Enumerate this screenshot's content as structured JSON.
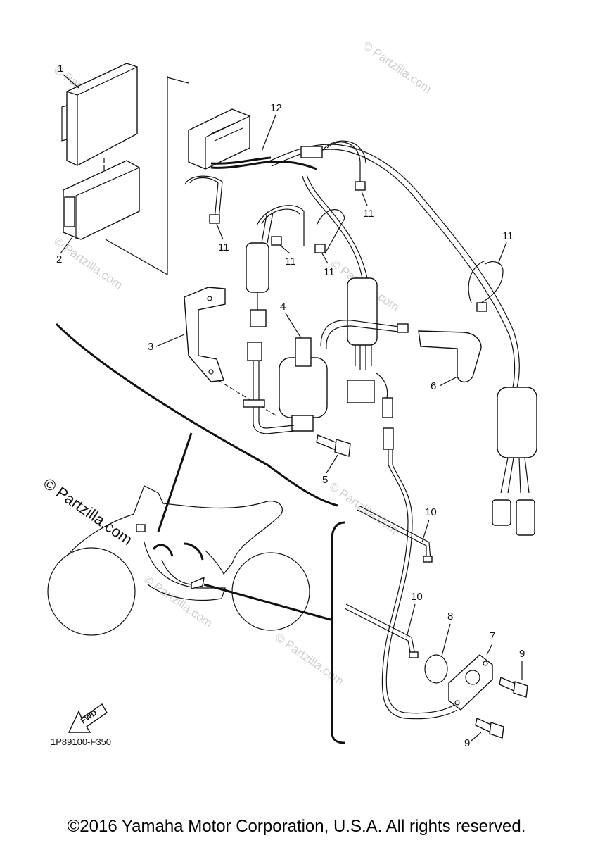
{
  "diagram_code": "1P89100-F350",
  "fwd_label": "FWD",
  "watermark": "© Partzilla.com",
  "callouts": {
    "c1": "1",
    "c2": "2",
    "c3": "3",
    "c4": "4",
    "c5": "5",
    "c6": "6",
    "c7": "7",
    "c8": "8",
    "c9a": "9",
    "c9b": "9",
    "c10a": "10",
    "c10b": "10",
    "c11a": "11",
    "c11b": "11",
    "c11c": "11",
    "c11d": "11",
    "c11e": "11",
    "c12": "12"
  },
  "copyright": "©2016 Yamaha Motor Corporation, U.S.A. All rights reserved."
}
